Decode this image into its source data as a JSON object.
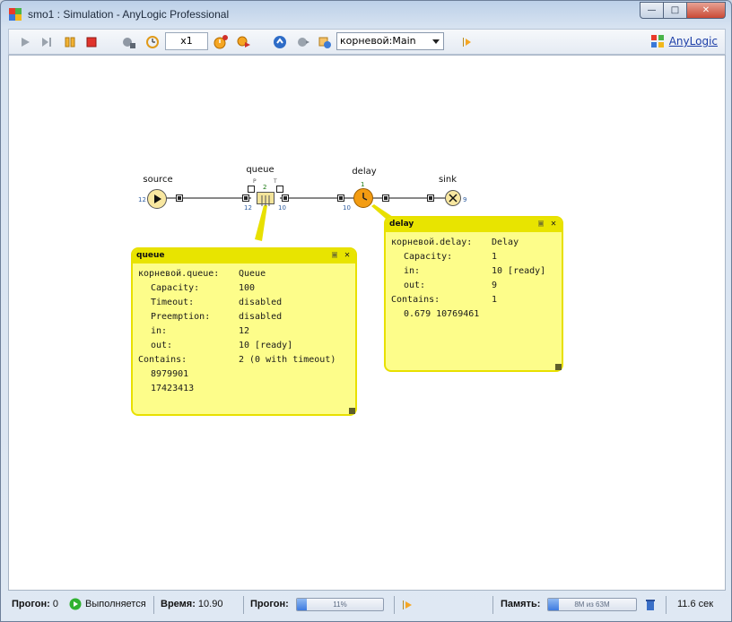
{
  "window": {
    "title": "smo1 : Simulation - AnyLogic Professional",
    "min_icon": "minimize-icon",
    "max_icon": "maximize-icon",
    "close_icon": "close-icon"
  },
  "toolbar": {
    "speed": "x1",
    "agent_selector": "корневой:Main",
    "brand": "AnyLogic",
    "icons": [
      "run-icon",
      "step-icon",
      "pause-icon",
      "stop-icon",
      "realtime-icon",
      "virtual-time-icon",
      "speed-up-icon",
      "run-until-icon",
      "navigate-up-icon",
      "agent-icon",
      "navigate-icon",
      "experiment-icon"
    ]
  },
  "model": {
    "blocks": {
      "source": {
        "label": "source",
        "out": "12"
      },
      "queue": {
        "label": "queue",
        "in": "12",
        "out": "10",
        "count": "2",
        "port_p": "P",
        "port_t": "T"
      },
      "delay": {
        "label": "delay",
        "count": "1",
        "in": "10"
      },
      "sink": {
        "label": "sink",
        "in": "9"
      }
    }
  },
  "popups": {
    "queue": {
      "title": "queue",
      "header": [
        "корневой.queue:",
        "Queue"
      ],
      "rows": [
        [
          "Capacity:",
          "100"
        ],
        [
          "Timeout:",
          "disabled"
        ],
        [
          "Preemption:",
          "disabled"
        ],
        [
          "in:",
          "12"
        ],
        [
          "out:",
          "10 [ready]"
        ]
      ],
      "contains": [
        "Contains:",
        "2 (0 with timeout)"
      ],
      "items": [
        "8979901",
        "17423413"
      ]
    },
    "delay": {
      "title": "delay",
      "header": [
        "корневой.delay:",
        "Delay"
      ],
      "rows": [
        [
          "Capacity:",
          "1"
        ],
        [
          "in:",
          "10 [ready]"
        ],
        [
          "out:",
          "9"
        ]
      ],
      "contains": [
        "Contains:",
        "1"
      ],
      "items": [
        "0.679 10769461"
      ]
    }
  },
  "status": {
    "run_label": "Прогон:",
    "run_number": "0",
    "run_state": "Выполняется",
    "time_label": "Время:",
    "time_value": "10.90",
    "progress_label": "Прогон:",
    "progress_text": "11%",
    "progress_fraction": 0.11,
    "memory_label": "Память:",
    "memory_text": "8M из 63M",
    "memory_fraction": 0.127,
    "elapsed": "11.6 сек"
  },
  "colors": {
    "accent": "#3e7be0",
    "popup_bg": "#fdfd8a",
    "popup_border": "#e8e000",
    "delay_fill": "#f39c12",
    "source_fill": "#f8e7a0"
  }
}
